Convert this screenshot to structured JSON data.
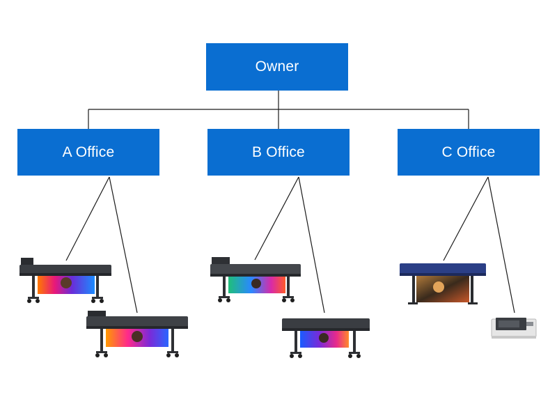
{
  "diagram": {
    "owner": {
      "label": "Owner"
    },
    "offices": [
      {
        "label": "A Office",
        "devices": [
          "wide-format-printer",
          "wide-format-printer"
        ]
      },
      {
        "label": "B Office",
        "devices": [
          "wide-format-printer",
          "wide-format-printer"
        ]
      },
      {
        "label": "C Office",
        "devices": [
          "wide-format-printer",
          "flatbed-uv-printer"
        ]
      }
    ]
  },
  "colors": {
    "node_fill": "#0a6ed1",
    "node_text": "#ffffff",
    "connector": "#1a1a1a",
    "printer_body": "#3a3d42",
    "printer_blue": "#2b3f86",
    "flatbed_body": "#e6e6e6"
  }
}
